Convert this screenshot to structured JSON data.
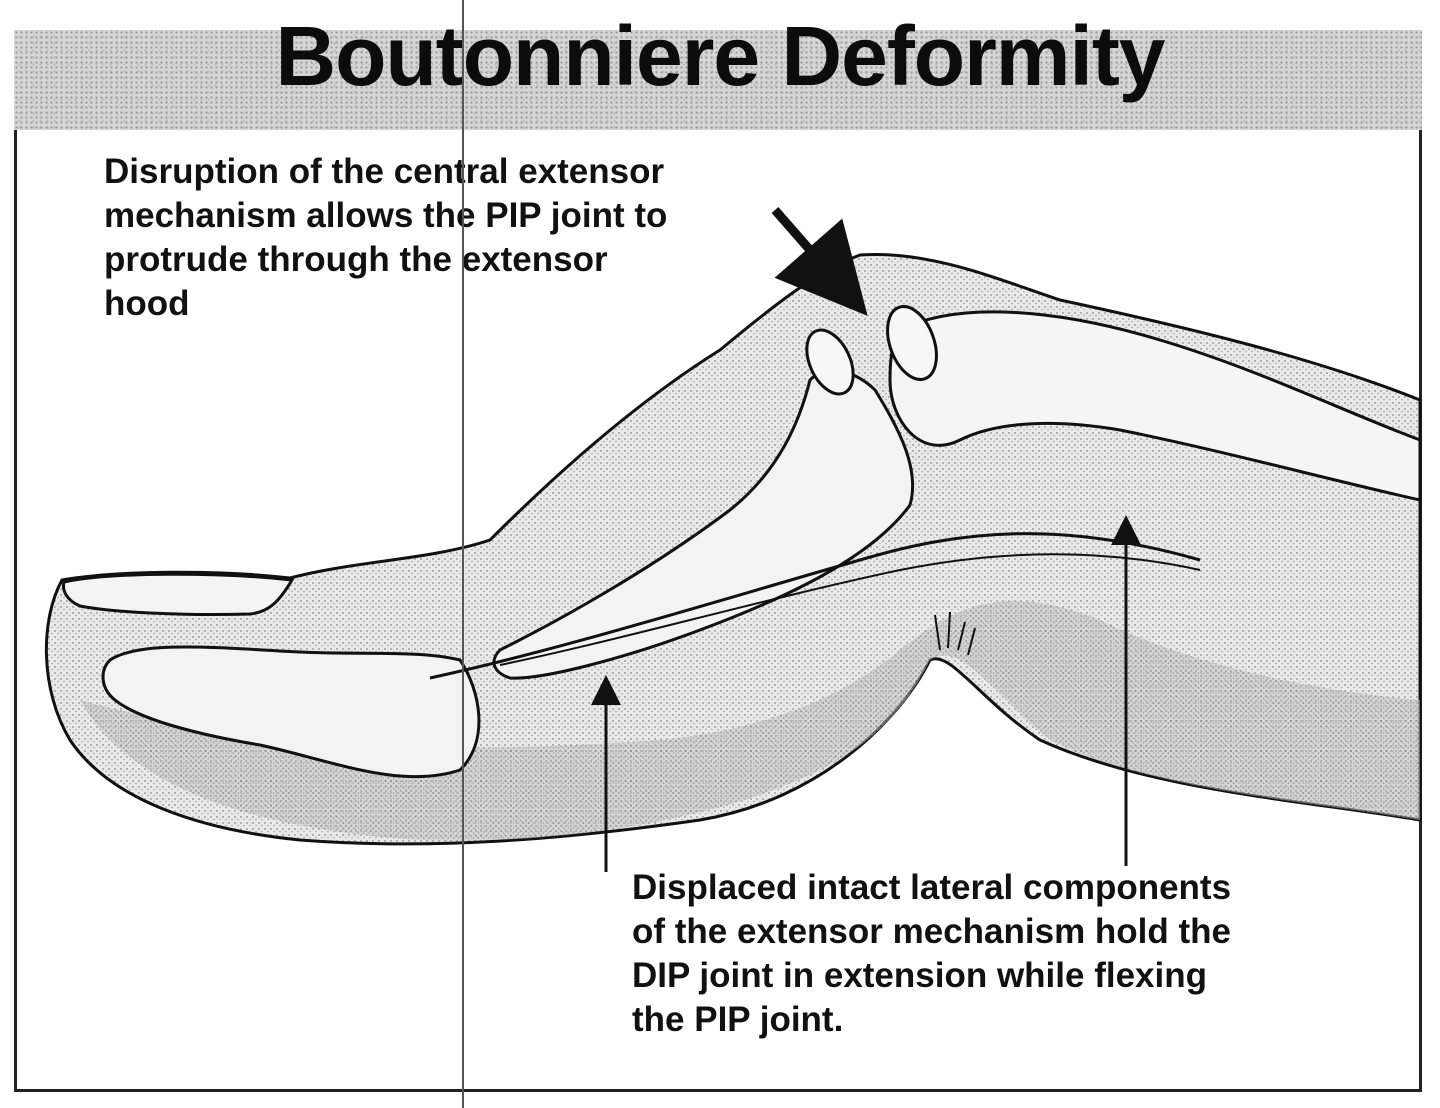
{
  "title": "Boutonniere Deformity",
  "callouts": {
    "top": [
      "Disruption of the central extensor",
      "mechanism allows the PIP joint to",
      "protrude through the extensor",
      "hood"
    ],
    "bottom": [
      "Displaced intact lateral components",
      "of the extensor mechanism hold the",
      "DIP joint in extension while flexing",
      "the PIP joint."
    ]
  }
}
